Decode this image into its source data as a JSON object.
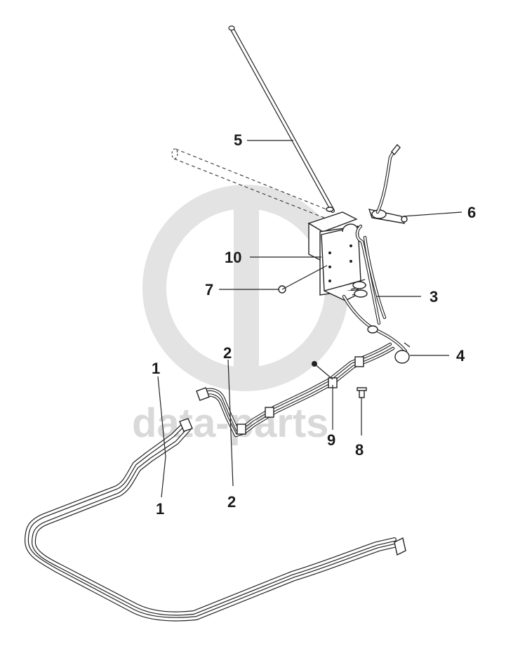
{
  "watermark": {
    "text": "data-parts",
    "color": "#d9d9d9"
  },
  "callouts": {
    "c1_top": "1",
    "c1_bottom": "1",
    "c2_top": "2",
    "c2_bottom": "2",
    "c3": "3",
    "c4": "4",
    "c5": "5",
    "c6": "6",
    "c7": "7",
    "c8": "8",
    "c9": "9",
    "c10": "10"
  }
}
